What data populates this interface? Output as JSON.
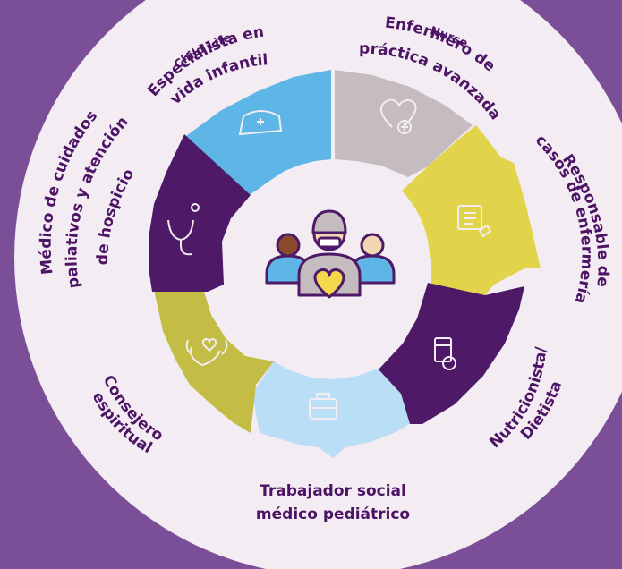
{
  "colors": {
    "background": "#7b4f98",
    "ring": "#f3ecf2",
    "text": "#4d1466",
    "dark_purple": "#4e1a68",
    "light_blue": "#5db6e6",
    "gray": "#c5bcc0",
    "yellow": "#e2d44a",
    "pale_blue": "#b9def5",
    "olive": "#c3bd45",
    "center_circle": "#f3ecf2"
  },
  "roles": [
    {
      "id": "child-life",
      "overlay": "Child Life",
      "lines": [
        "Especialista en",
        "vida infantil"
      ],
      "color": "#5db6e6",
      "icon": "nurse-cap-icon"
    },
    {
      "id": "nurse",
      "overlay": "Nurse",
      "lines": [
        "Enfermero de",
        "práctica avanzada"
      ],
      "color": "#c5bcc0",
      "icon": "heart-plus-icon"
    },
    {
      "id": "case-manager",
      "overlay": "",
      "lines": [
        "Responsable de",
        "casos de enfermería"
      ],
      "color": "#e2d44a",
      "icon": "clipboard-icon"
    },
    {
      "id": "nutritionist",
      "overlay": "",
      "lines": [
        "Nutricionista/",
        "Dietista"
      ],
      "color": "#4e1a68",
      "icon": "food-icon"
    },
    {
      "id": "social-worker",
      "overlay": "",
      "lines": [
        "Trabajador social",
        "médico pediátrico"
      ],
      "color": "#b9def5",
      "icon": "briefcase-icon"
    },
    {
      "id": "chaplain",
      "overlay": "",
      "lines": [
        "Consejero",
        "espiritual"
      ],
      "color": "#c3bd45",
      "icon": "hands-heart-icon"
    },
    {
      "id": "palliative",
      "overlay": "",
      "lines": [
        "Médico de cuidados",
        "paliativos y atención",
        "de hospicio"
      ],
      "color": "#4e1a68",
      "icon": "stethoscope-icon"
    }
  ],
  "center": {
    "icon": "care-team-icon"
  }
}
